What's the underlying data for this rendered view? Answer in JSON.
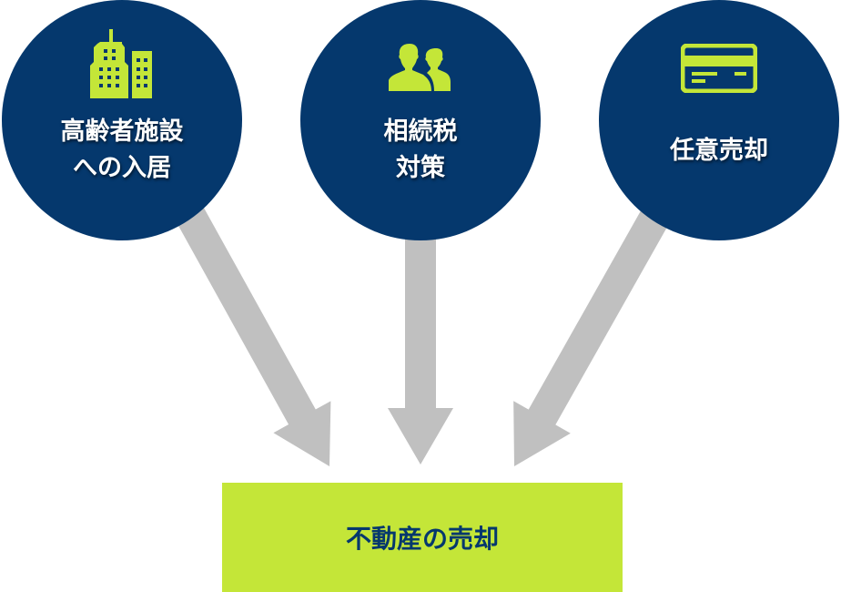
{
  "colors": {
    "circle": "#05386d",
    "accent": "#c4e638",
    "arrow": "#c0c0c0"
  },
  "causes": [
    {
      "label_lines": [
        "高齢者施設",
        "への入居"
      ],
      "icon": "buildings-icon"
    },
    {
      "label_lines": [
        "相続税",
        "対策"
      ],
      "icon": "people-icon"
    },
    {
      "label_lines": [
        "任意売却"
      ],
      "icon": "credit-card-icon"
    }
  ],
  "result": {
    "label": "不動産の売却"
  }
}
